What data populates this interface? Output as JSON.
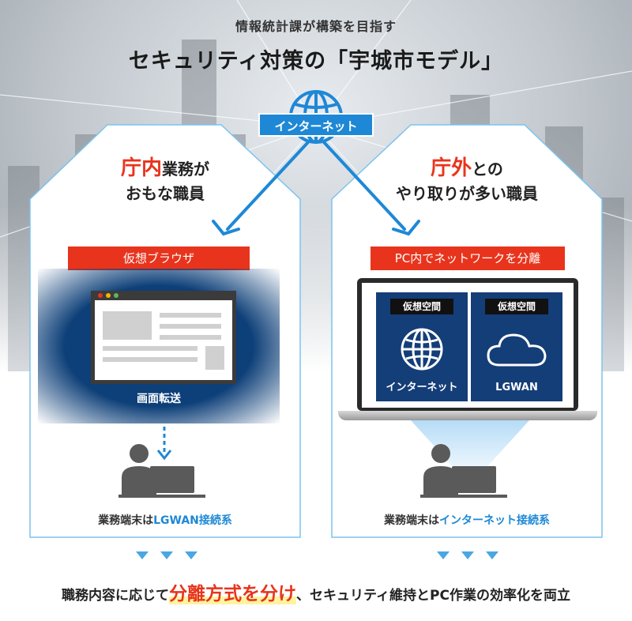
{
  "header": {
    "subtitle": "情報統計課が構築を目指す",
    "title": "セキュリティ対策の「宇城市モデル」"
  },
  "internet": {
    "label": "インターネット"
  },
  "left_panel": {
    "title_accent": "庁内",
    "title_rest": "業務が",
    "title_line2": "おもな職員",
    "bar_label": "仮想ブラウザ",
    "screen_label": "画面転送",
    "caption_prefix": "業務端末は",
    "caption_highlight": "LGWAN接続系"
  },
  "right_panel": {
    "title_accent": "庁外",
    "title_rest": "との",
    "title_line2": "やり取りが多い職員",
    "bar_label": "PC内でネットワークを分離",
    "pane1": {
      "caption": "仮想空間",
      "label": "インターネット",
      "icon": "globe-icon"
    },
    "pane2": {
      "caption": "仮想空間",
      "label": "LGWAN",
      "icon": "cloud-icon"
    },
    "caption_prefix": "業務端末は",
    "caption_highlight": "インターネット接続系"
  },
  "footer": {
    "part1": "職務内容に応じて",
    "highlight": "分離方式を分け",
    "part2": "、セキュリティ維持とPC作業の効率化を両立"
  },
  "colors": {
    "accent_red": "#e8341c",
    "accent_blue": "#1e88d6",
    "navy": "#143e78"
  }
}
